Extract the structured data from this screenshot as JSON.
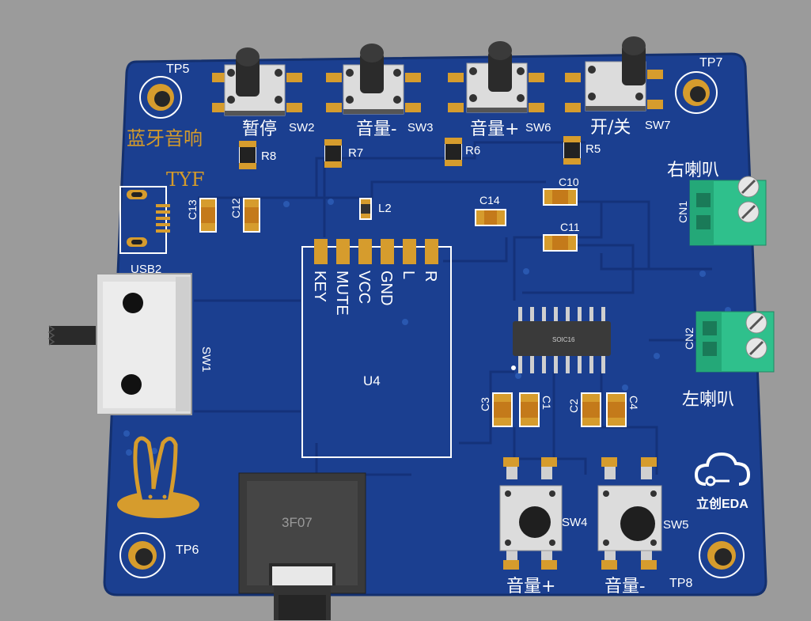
{
  "board": {
    "title_cn": "蓝牙音响",
    "brand": "TYF",
    "logo_text": "立创EDA",
    "colors": {
      "background": "#9a9a9a",
      "pcb": "#1a3f8e",
      "trace": "#17388a",
      "silk": "#ffffff",
      "gold": "#d59b2a",
      "terminal": "#2bbf8a"
    }
  },
  "test_points": [
    "TP5",
    "TP7",
    "TP6",
    "TP8"
  ],
  "top_buttons": [
    {
      "ref": "SW2",
      "label": "暂停"
    },
    {
      "ref": "SW3",
      "label": "音量-"
    },
    {
      "ref": "SW6",
      "label": "音量+"
    },
    {
      "ref": "SW7",
      "label": "开/关"
    }
  ],
  "bottom_buttons": [
    {
      "ref": "SW4",
      "label": "音量+"
    },
    {
      "ref": "SW5",
      "label": "音量-"
    }
  ],
  "resistors": [
    "R8",
    "R7",
    "R6",
    "R5"
  ],
  "capacitors": {
    "c13": "C13",
    "c12": "C12",
    "c14": "C14",
    "c10": "C10",
    "c11": "C11",
    "c3": "C3",
    "c1": "C1",
    "c2": "C2",
    "c4": "C4"
  },
  "inductor": "L2",
  "module": {
    "ref": "U4",
    "pins": [
      "KEY",
      "MUTE",
      "VCC",
      "GND",
      "L",
      "R"
    ]
  },
  "ic": {
    "package": "SOIC16"
  },
  "connectors": {
    "usb": "USB2",
    "switch": "SW1",
    "cn1": "CN1",
    "cn1_label": "右喇叭",
    "cn2": "CN2",
    "cn2_label": "左喇叭"
  },
  "jack": {
    "label": "3F07"
  }
}
